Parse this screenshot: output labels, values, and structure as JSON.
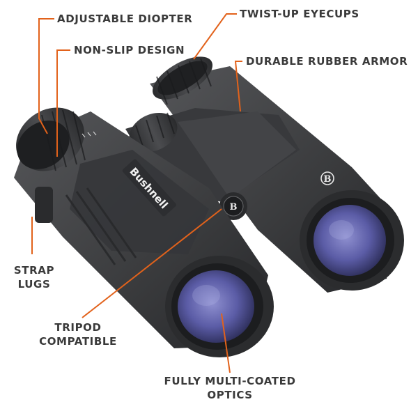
{
  "callouts": {
    "adjustable_diopter": "ADJUSTABLE DIOPTER",
    "twist_up_eyecups": "TWIST-UP EYECUPS",
    "non_slip_design": "NON-SLIP DESIGN",
    "durable_rubber_armor": "DURABLE RUBBER ARMOR",
    "strap_lugs": [
      "STRAP",
      "LUGS"
    ],
    "tripod_compatible": [
      "TRIPOD",
      "COMPATIBLE"
    ],
    "fully_multi_coated_optics": [
      "FULLY MULTI-COATED",
      "OPTICS"
    ]
  },
  "product": {
    "brand_name": "Bushnell",
    "logo_letter": "B",
    "body_color": "#3d3e40",
    "armor_color": "#2c2d2f",
    "lens_color": "#5e5ea8"
  },
  "colors": {
    "leader_line": "#e2621b",
    "label_text": "#3a3a3a"
  }
}
